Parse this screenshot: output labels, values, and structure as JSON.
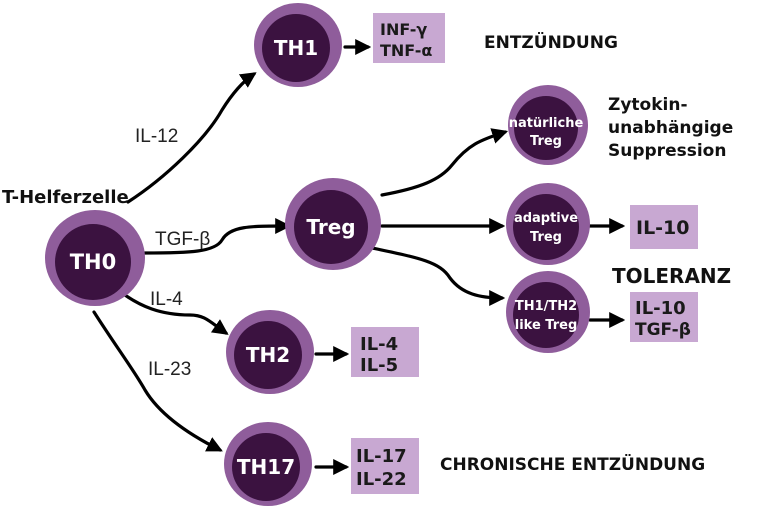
{
  "colors": {
    "cell_outer": "#8f5d9b",
    "cell_inner": "#3b1240",
    "box": "#c8a8d2",
    "arrow": "#000000"
  },
  "source_label": "T-Helferzelle",
  "cells": {
    "th0": "TH0",
    "th1": "TH1",
    "treg": "Treg",
    "th2": "TH2",
    "th17": "TH17",
    "natural_treg": [
      "natürliche",
      "Treg"
    ],
    "adaptive_treg": [
      "adaptive",
      "Treg"
    ],
    "like_treg": [
      "TH1/TH2",
      "like Treg"
    ]
  },
  "edge_labels": {
    "to_th1": "IL-12",
    "to_treg": "TGF-β",
    "to_th2": "IL-4",
    "to_th17": "IL-23"
  },
  "cytokine_boxes": {
    "th1": [
      "INF-γ",
      "TNF-α"
    ],
    "th2": [
      "IL-4",
      "IL-5"
    ],
    "th17": [
      "IL-17",
      "IL-22"
    ],
    "adaptive": [
      "IL-10"
    ],
    "like": [
      "IL-10",
      "TGF-β"
    ]
  },
  "outcomes": {
    "inflammation": "ENTZÜNDUNG",
    "suppression": [
      "Zytokin-",
      "unabhängige",
      "Suppression"
    ],
    "tolerance": "TOLERANZ",
    "chronic": "CHRONISCHE ENTZÜNDUNG"
  }
}
